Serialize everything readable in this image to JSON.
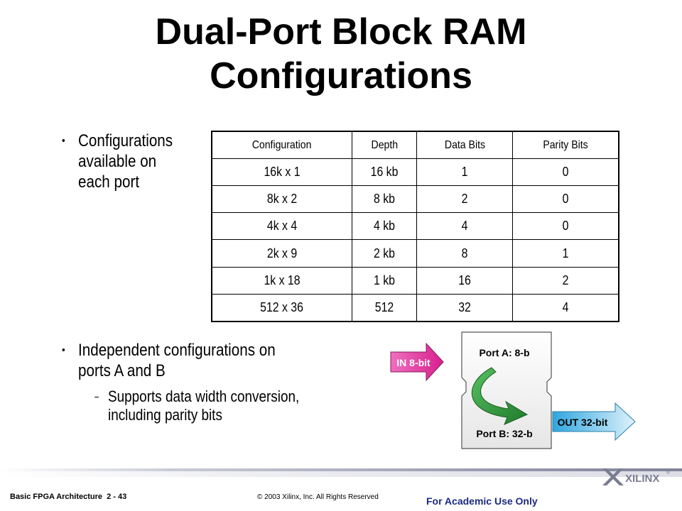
{
  "slide": {
    "title_line1": "Dual-Port Block RAM",
    "title_line2": "Configurations"
  },
  "bullets": {
    "b1_line1": "Configurations",
    "b1_line2": "available on",
    "b1_line3": "each port",
    "b2_line1": "Independent configurations on",
    "b2_line2": "ports A and B",
    "sub_line1": "Supports data width conversion,",
    "sub_line2": "including parity bits"
  },
  "table": {
    "headers": [
      "Configuration",
      "Depth",
      "Data Bits",
      "Parity Bits"
    ],
    "rows": [
      [
        "16k x 1",
        "16 kb",
        "1",
        "0"
      ],
      [
        "8k x 2",
        "8 kb",
        "2",
        "0"
      ],
      [
        "4k x 4",
        "4 kb",
        "4",
        "0"
      ],
      [
        "2k x 9",
        "2 kb",
        "8",
        "1"
      ],
      [
        "1k x 18",
        "1 kb",
        "16",
        "2"
      ],
      [
        "512 x 36",
        "512",
        "32",
        "4"
      ]
    ]
  },
  "diagram": {
    "in_label": "IN 8-bit",
    "out_label": "OUT 32-bit",
    "port_a": "Port A: 8-b",
    "port_b": "Port B: 32-b",
    "in_color": "#e52fa0",
    "out_color": "#4db8e8",
    "arrow_color": "#2e9c3a"
  },
  "footer": {
    "course": "Basic FPGA Architecture  2 - 43",
    "copyright": "© 2003 Xilinx, Inc. All Rights Reserved",
    "academic": "For Academic Use Only",
    "logo_text": "XILINX",
    "logo_mark": "®"
  }
}
